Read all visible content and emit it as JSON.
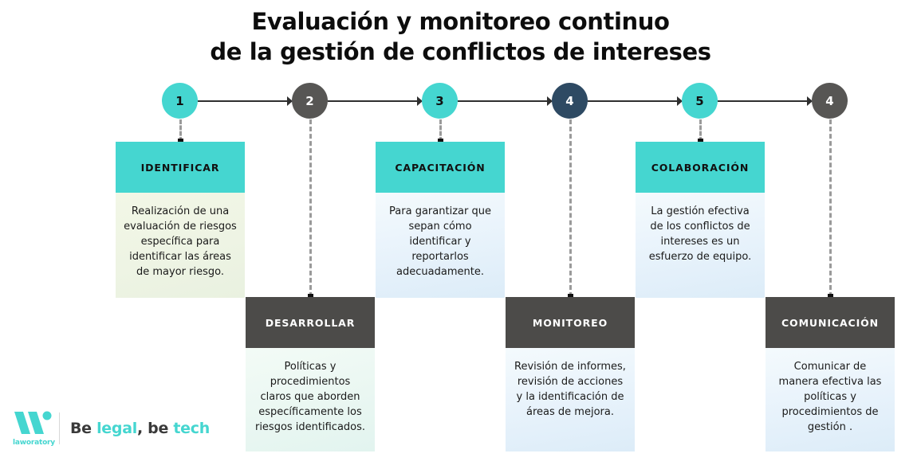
{
  "title": {
    "line1": "Evaluación y monitoreo continuo",
    "line2": "de la gestión de conflictos de intereses"
  },
  "colors": {
    "teal": "#45d6d0",
    "dark_gray": "#4c4b49",
    "navy": "#2e4a63",
    "node_gray": "#575654",
    "text": "#1a1a1a",
    "connector": "#9a9a9a"
  },
  "timeline": {
    "nodes": [
      {
        "number": "1",
        "color": "teal"
      },
      {
        "number": "2",
        "color": "gray"
      },
      {
        "number": "3",
        "color": "teal"
      },
      {
        "number": "4",
        "color": "navy"
      },
      {
        "number": "5",
        "color": "teal"
      },
      {
        "number": "4",
        "color": "gray"
      }
    ]
  },
  "cards": [
    {
      "position": "upper",
      "header": "IDENTIFICAR",
      "header_style": "teal",
      "body_style": "green",
      "body": "Realización de una evaluación de riesgos específica para identificar las áreas de mayor riesgo."
    },
    {
      "position": "lower",
      "header": "DESARROLLAR",
      "header_style": "gray",
      "body_style": "mint",
      "body": "Políticas y procedimientos claros que aborden específicamente los riesgos identificados."
    },
    {
      "position": "upper",
      "header": "CAPACITACIÓN",
      "header_style": "teal",
      "body_style": "blue",
      "body": "Para garantizar que sepan cómo identificar y reportarlos adecuadamente."
    },
    {
      "position": "lower",
      "header": "MONITOREO",
      "header_style": "gray",
      "body_style": "blue",
      "body": "Revisión de informes, revisión de acciones  y la identificación de áreas de mejora."
    },
    {
      "position": "upper",
      "header": "COLABORACIÓN",
      "header_style": "teal",
      "body_style": "blue",
      "body": "La gestión efectiva de los conflictos de intereses es un esfuerzo de equipo."
    },
    {
      "position": "lower",
      "header": "COMUNICACIÓN",
      "header_style": "gray",
      "body_style": "blue",
      "body": "Comunicar de manera efectiva las políticas y procedimientos de gestión ."
    }
  ],
  "logo": {
    "wordmark": "laworatory",
    "tagline_part1": "Be ",
    "tagline_accent1": "legal",
    "tagline_part2": ", be ",
    "tagline_accent2": "tech"
  }
}
